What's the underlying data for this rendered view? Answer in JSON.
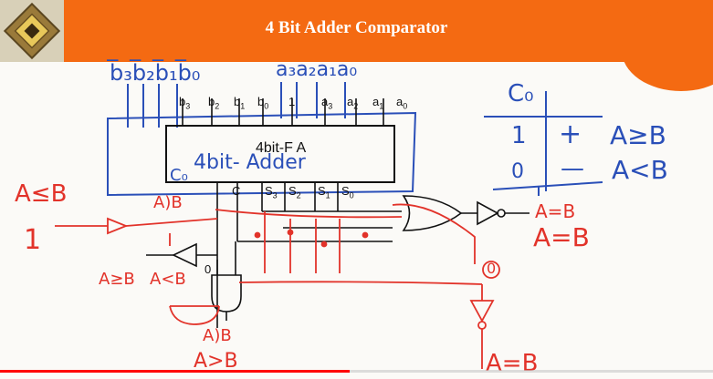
{
  "header": {
    "title": "4 Bit Adder Comparator"
  },
  "adder": {
    "label": "4bit-F A",
    "inputs_b": [
      "b",
      "b",
      "b",
      "b",
      "1"
    ],
    "inputs_b_sub": [
      "3",
      "2",
      "1",
      "0",
      ""
    ],
    "inputs_a": [
      "a",
      "a",
      "a",
      "a"
    ],
    "inputs_a_sub": [
      "3",
      "2",
      "1",
      "0"
    ],
    "outputs": [
      "C",
      "S",
      "S",
      "S",
      "S"
    ],
    "outputs_sub": [
      "",
      "3",
      "2",
      "1",
      "0"
    ]
  },
  "handwriting": {
    "top_b_inputs": "b̅₃b̅₂b̅₁b̅₀",
    "top_a_inputs": "a₃a₂a₁a₀",
    "adder_note": "4bit- Adder",
    "co_label": "C₀",
    "table_header": "C₀",
    "table_rows": [
      {
        "c": "1",
        "sign": "+",
        "result": "A≥B"
      },
      {
        "c": "0",
        "sign": "—",
        "result": "A<B"
      }
    ],
    "a_less_b": "A≤B",
    "one": "1",
    "a_gt_b_top": "A)B",
    "a_gt_b_left": "A≥B",
    "a_lt_b_left": "A<B",
    "zero_left": "0",
    "a_eq_b_right": "A=B",
    "a_eq_b_big": "A=B",
    "zero_circle": "0",
    "a_gt_b_bottom": "A)B",
    "a_gt_b_bottom2": "A>B",
    "a_eq_b_bottom": "A=B"
  },
  "player": {
    "progress_fraction": 0.49
  },
  "colors": {
    "banner": "#f46a12",
    "pen_blue": "#2a4fb8",
    "pen_red": "#e2332a",
    "progress": "#ff0000"
  }
}
